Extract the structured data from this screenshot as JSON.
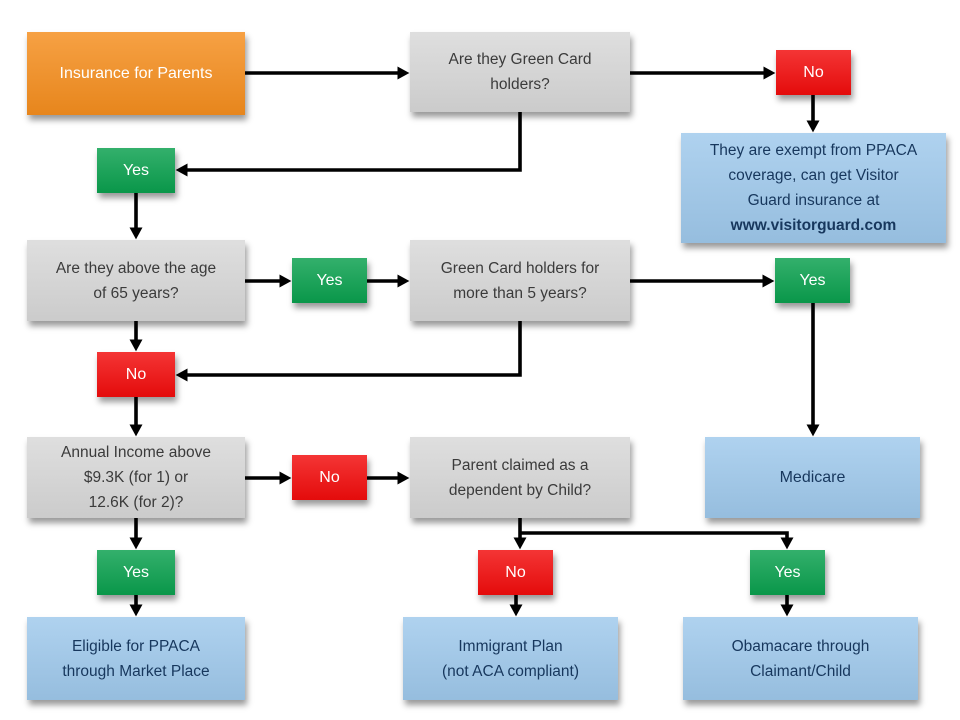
{
  "flowchart": {
    "palette": {
      "orange": "#F58E1E",
      "green": "#0AA04E",
      "red": "#F20C0C",
      "gray": "#D8D8D8",
      "blue": "#9FC9EC",
      "navy": "#17375D",
      "text_dark": "#3B3B3B",
      "arrow": "#000000"
    },
    "nodes": {
      "start": {
        "label": "Insurance for Parents"
      },
      "q_green_card": {
        "label": "Are they Green Card\nholders?"
      },
      "no_green_card": {
        "label": "No"
      },
      "exempt": {
        "text": "They are exempt from PPACA\ncoverage, can get Visitor\nGuard insurance at",
        "link": "www.visitorguard.com"
      },
      "yes_green_card": {
        "label": "Yes"
      },
      "q_age": {
        "label": "Are they above the age\nof 65 years?"
      },
      "yes_age": {
        "label": "Yes"
      },
      "q_gc5": {
        "label": "Green Card holders for\nmore than 5 years?"
      },
      "yes_gc5": {
        "label": "Yes"
      },
      "no_age": {
        "label": "No"
      },
      "q_income": {
        "label": "Annual Income above\n$9.3K (for 1) or\n12.6K (for 2)?"
      },
      "no_income": {
        "label": "No"
      },
      "q_dependent": {
        "label": "Parent claimed as a\ndependent by Child?"
      },
      "medicare": {
        "label": "Medicare"
      },
      "yes_income": {
        "label": "Yes"
      },
      "no_dependent": {
        "label": "No"
      },
      "yes_dependent": {
        "label": "Yes"
      },
      "eligible": {
        "label": "Eligible for PPACA\nthrough Market Place"
      },
      "immigrant": {
        "label": "Immigrant Plan\n(not ACA compliant)"
      },
      "obamacare": {
        "label": "Obamacare through\nClaimant/Child"
      }
    },
    "edges": [
      "start -> q_green_card",
      "q_green_card -> no_green_card",
      "no_green_card -> exempt",
      "q_green_card -> yes_green_card",
      "yes_green_card -> q_age",
      "q_age -> yes_age",
      "yes_age -> q_gc5",
      "q_gc5 -> yes_gc5",
      "yes_gc5 -> medicare",
      "q_gc5 -> no_age",
      "q_age -> no_age",
      "no_age -> q_income",
      "q_income -> no_income",
      "no_income -> q_dependent",
      "q_income -> yes_income",
      "yes_income -> eligible",
      "q_dependent -> no_dependent",
      "q_dependent -> yes_dependent",
      "no_dependent -> immigrant",
      "yes_dependent -> obamacare"
    ]
  }
}
